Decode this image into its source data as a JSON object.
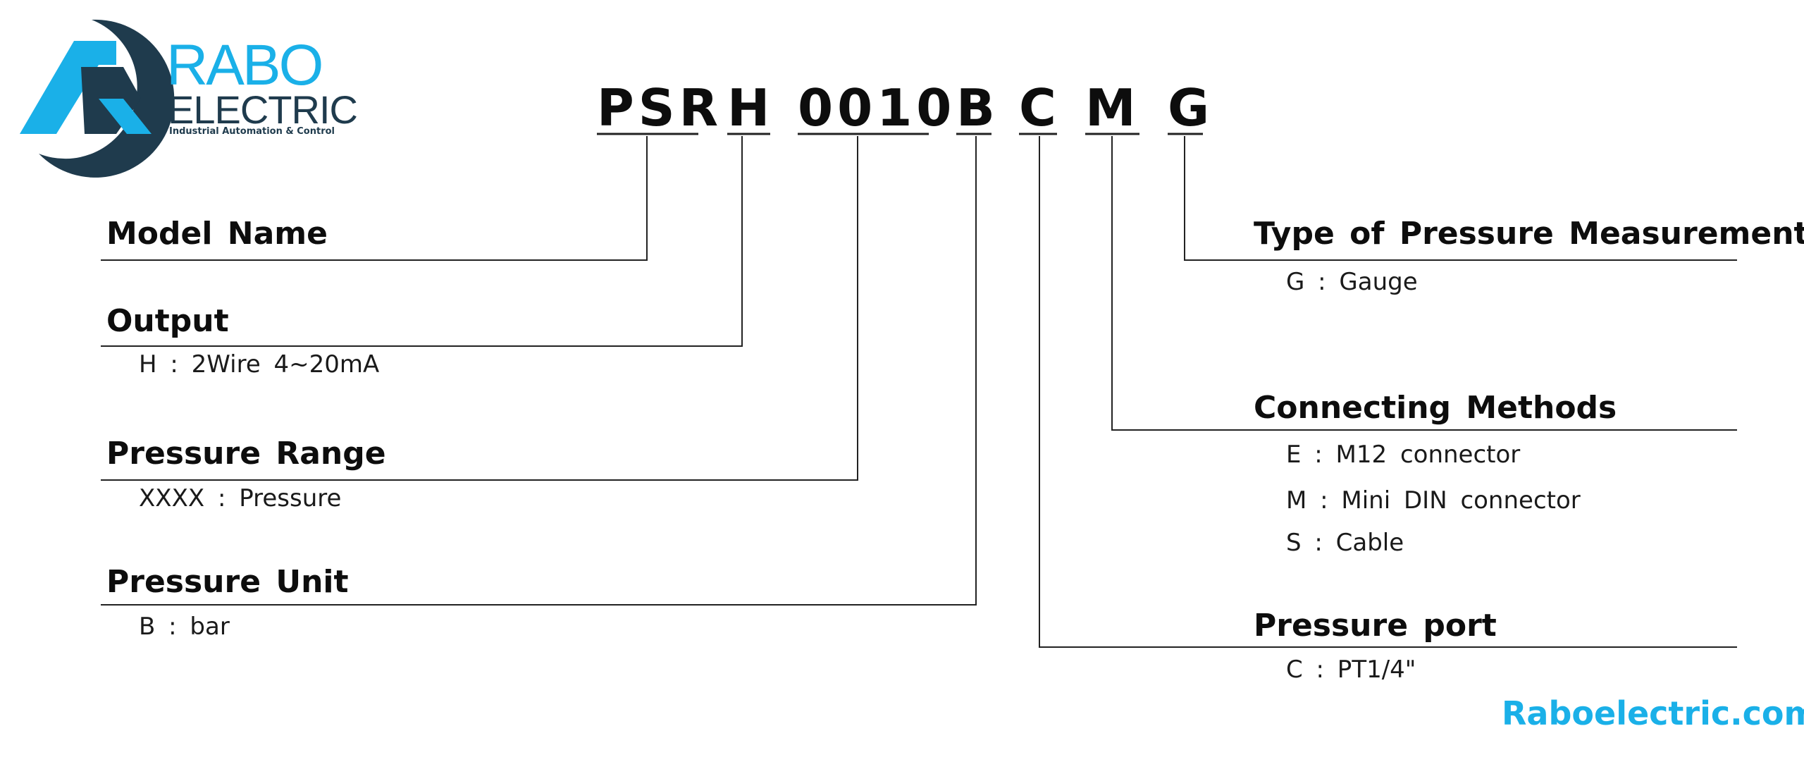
{
  "colors": {
    "accent": "#1ab0e8",
    "navy": "#1f3b4d",
    "line": "#222222"
  },
  "logo": {
    "name": "RABO",
    "subname": "ELECTRIC",
    "tagline": "Industrial Automation & Control"
  },
  "code_segments": [
    "PSR",
    "H",
    "0010",
    "B",
    "C",
    "M",
    "G"
  ],
  "sections": {
    "model_name": {
      "title": "Model Name"
    },
    "output": {
      "title": "Output",
      "items": [
        "H : 2Wire 4~20mA"
      ]
    },
    "pressure_range": {
      "title": "Pressure Range",
      "items": [
        "XXXX : Pressure"
      ]
    },
    "pressure_unit": {
      "title": "Pressure Unit",
      "items": [
        "B : bar"
      ]
    },
    "type_of_measurement": {
      "title": "Type of Pressure Measurement",
      "items": [
        "G : Gauge"
      ]
    },
    "connecting_methods": {
      "title": "Connecting Methods",
      "items": [
        "E : M12 connector",
        "M : Mini DIN connector",
        "S : Cable"
      ]
    },
    "pressure_port": {
      "title": "Pressure port",
      "items": [
        "C : PT1/4\""
      ]
    }
  },
  "website": "Raboelectric.com"
}
